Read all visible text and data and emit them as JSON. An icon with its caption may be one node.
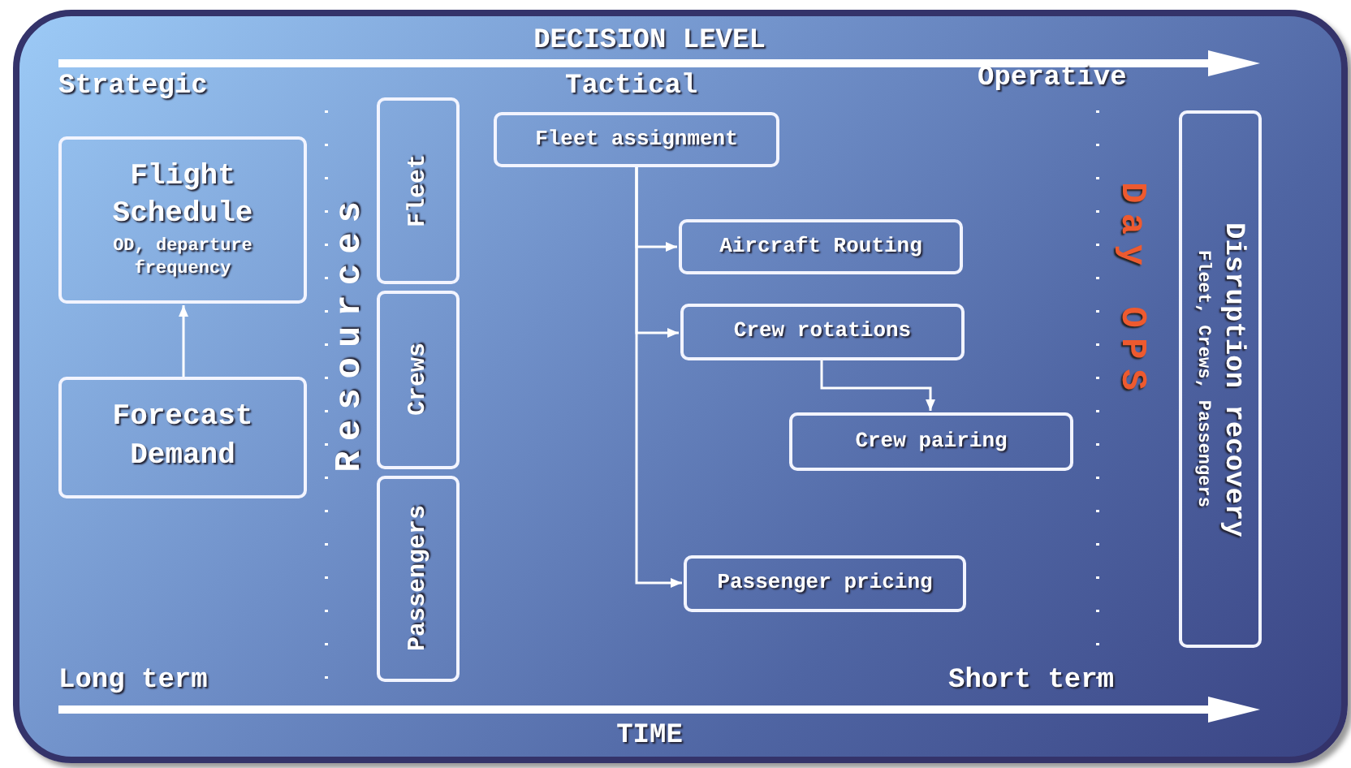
{
  "diagram": {
    "nodes": [
      {
        "text": [
          "Flight Schedule",
          "OD, departure frequency"
        ]
      },
      {
        "text": [
          "Forecast Demand"
        ]
      },
      {
        "text": [
          "Fleet"
        ]
      },
      {
        "text": [
          "Crews"
        ]
      },
      {
        "text": [
          "Passengers"
        ]
      },
      {
        "text": [
          "Fleet assignment"
        ]
      },
      {
        "text": [
          "Aircraft Routing"
        ]
      },
      {
        "text": [
          "Crew rotations"
        ]
      },
      {
        "text": [
          "Crew pairing"
        ]
      },
      {
        "text": [
          "Passenger pricing"
        ]
      },
      {
        "text": [
          "Disruption recovery",
          "Fleet, Crews, Passengers"
        ]
      }
    ],
    "edges": [
      {
        "from": 1,
        "to": 0,
        "arrow": "to"
      },
      {
        "from": 5,
        "to": 6,
        "arrow": "to"
      },
      {
        "from": 5,
        "to": 7,
        "arrow": "to"
      },
      {
        "from": 5,
        "to": 9,
        "arrow": "to"
      },
      {
        "from": 7,
        "to": 8,
        "arrow": "to"
      }
    ],
    "labels": [
      "DECISION LEVEL",
      "Strategic",
      "Tactical",
      "Operative",
      "Resources",
      "Day OPS",
      "Long term",
      "Short term",
      "TIME"
    ]
  }
}
